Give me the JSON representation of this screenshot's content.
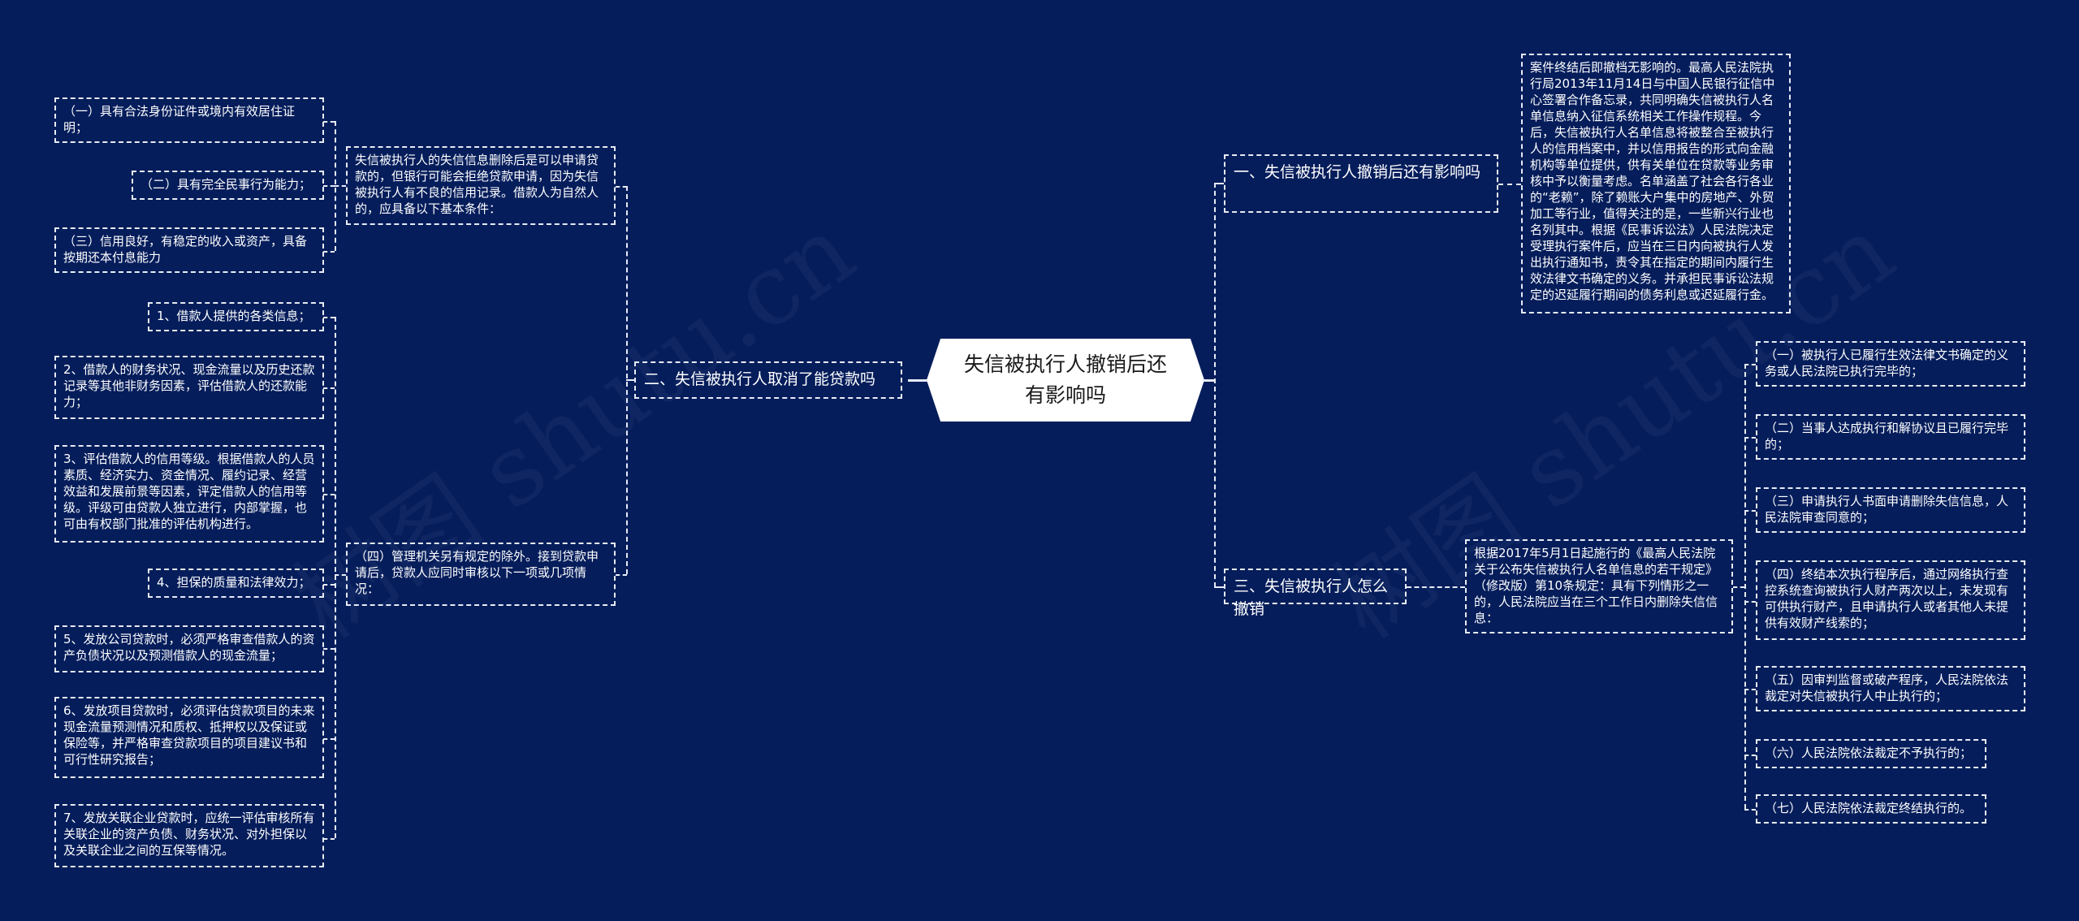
{
  "root": {
    "title": "失信被执行人撤销后还有影响吗"
  },
  "watermark": {
    "text": "树图 shutu.cn"
  },
  "colors": {
    "background": "#051d5b",
    "node_border": "#e6ebf5",
    "root_fill": "#ffffff",
    "root_text": "#1a1a1a",
    "node_text": "#ffffff"
  },
  "left": {
    "branch": {
      "label": "二、失信被执行人取消了能贷款吗",
      "intro": {
        "text": "失信被执行人的失信信息删除后是可以申请贷款的，但银行可能会拒绝贷款申请，因为失信被执行人有不良的信用记录。借款人为自然人的，应具备以下基本条件：",
        "conditions": [
          "（一）具有合法身份证件或境内有效居住证明；",
          "（二）具有完全民事行为能力；",
          "（三）信用良好，有稳定的收入或资产，具备按期还本付息能力"
        ]
      },
      "review": {
        "text": "（四）管理机关另有规定的除外。接到贷款申请后，贷款人应同时审核以下一项或几项情况：",
        "items": [
          "1、借款人提供的各类信息；",
          "2、借款人的财务状况、现金流量以及历史还款记录等其他非财务因素，评估借款人的还款能力；",
          "3、评估借款人的信用等级。根据借款人的人员素质、经济实力、资金情况、履约记录、经营效益和发展前景等因素，评定借款人的信用等级。评级可由贷款人独立进行，内部掌握，也可由有权部门批准的评估机构进行。",
          "4、担保的质量和法律效力；",
          "5、发放公司贷款时，必须严格审查借款人的资产负债状况以及预测借款人的现金流量；",
          "6、发放项目贷款时，必须评估贷款项目的未来现金流量预测情况和质权、抵押权以及保证或保险等，并严格审查贷款项目的项目建议书和可行性研究报告；",
          "7、发放关联企业贷款时，应统一评估审核所有关联企业的资产负债、财务状况、对外担保以及关联企业之间的互保等情况。"
        ]
      }
    }
  },
  "right": {
    "branch1": {
      "label": "一、失信被执行人撤销后还有影响吗",
      "detail": "案件终结后即撤档无影响的。最高人民法院执行局2013年11月14日与中国人民银行征信中心签署合作备忘录，共同明确失信被执行人名单信息纳入征信系统相关工作操作规程。今后，失信被执行人名单信息将被整合至被执行人的信用档案中，并以信用报告的形式向金融机构等单位提供，供有关单位在贷款等业务审核中予以衡量考虑。名单涵盖了社会各行各业的“老赖”，除了赖账大户集中的房地产、外贸加工等行业，值得关注的是，一些新兴行业也名列其中。根据《民事诉讼法》人民法院决定受理执行案件后，应当在三日内向被执行人发出执行通知书，责令其在指定的期间内履行生效法律文书确定的义务。并承担民事诉讼法规定的迟延履行期间的债务利息或迟延履行金。"
    },
    "branch3": {
      "label": "三、失信被执行人怎么撤销",
      "detail": "根据2017年5月1日起施行的《最高人民法院关于公布失信被执行人名单信息的若干规定》（修改版）第10条规定：具有下列情形之一的，人民法院应当在三个工作日内删除失信信息：",
      "items": [
        "（一）被执行人已履行生效法律文书确定的义务或人民法院已执行完毕的；",
        "（二）当事人达成执行和解协议且已履行完毕的；",
        "（三）申请执行人书面申请删除失信信息，人民法院审查同意的；",
        "（四）终结本次执行程序后，通过网络执行查控系统查询被执行人财产两次以上，未发现有可供执行财产，且申请执行人或者其他人未提供有效财产线索的；",
        "（五）因审判监督或破产程序，人民法院依法裁定对失信被执行人中止执行的；",
        "（六）人民法院依法裁定不予执行的；",
        "（七）人民法院依法裁定终结执行的。"
      ]
    }
  }
}
